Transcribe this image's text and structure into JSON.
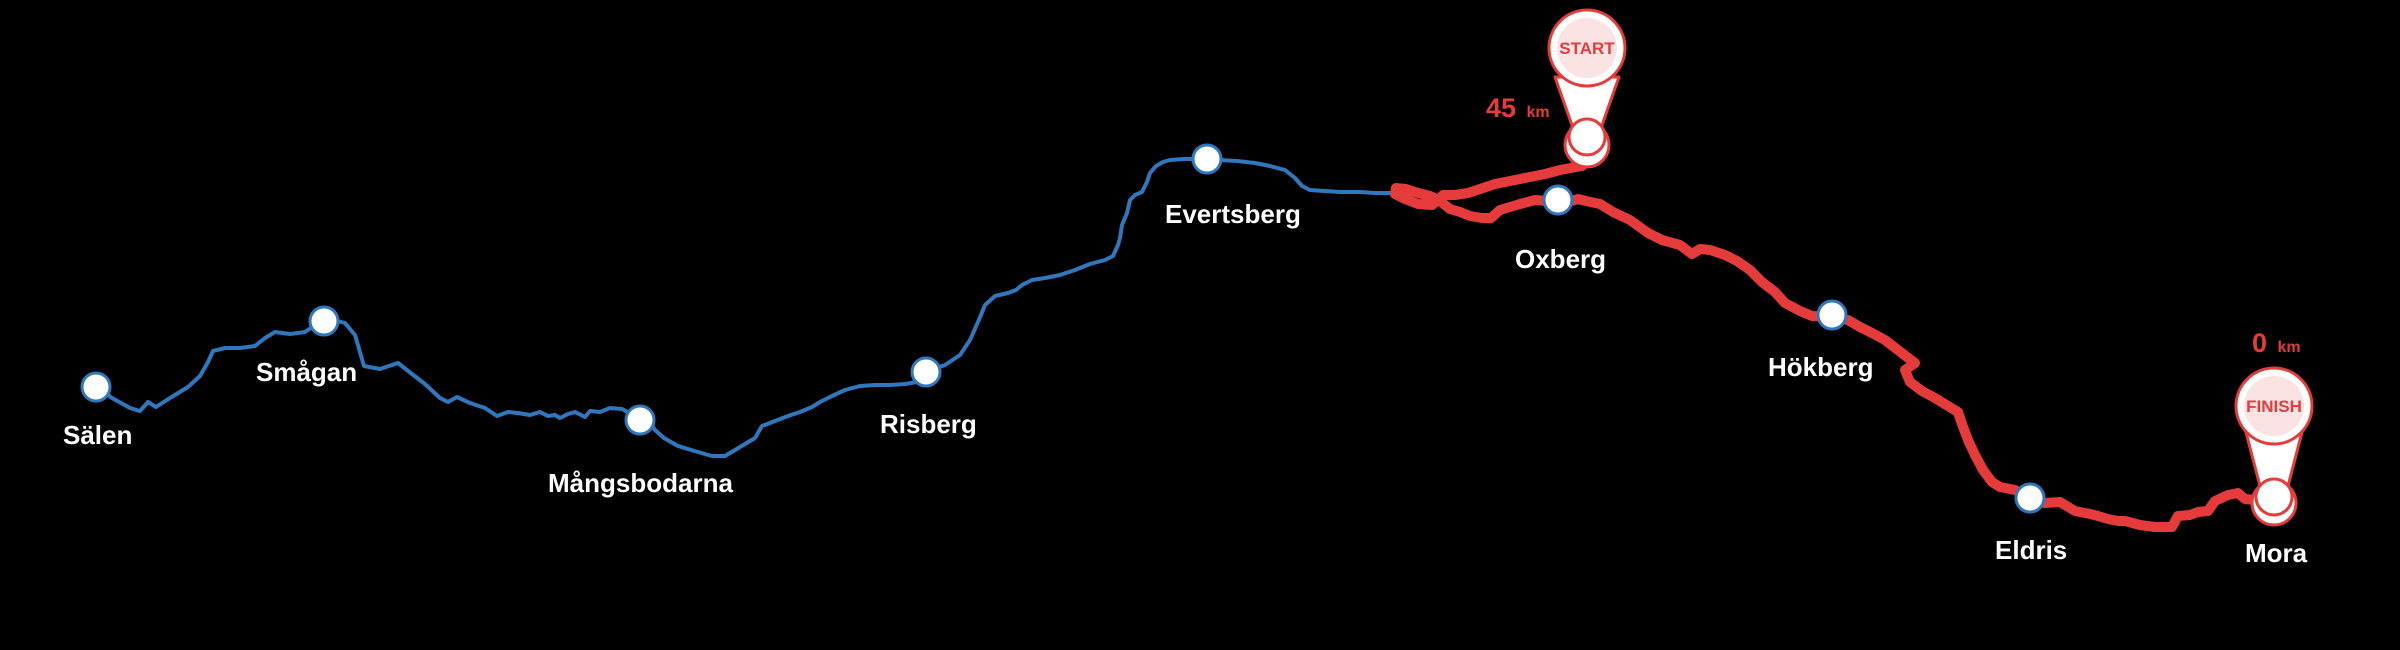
{
  "colors": {
    "background": "#000000",
    "route_blue": "#2f78bd",
    "route_red": "#e63b3b",
    "node_fill": "#ffffff",
    "pin_fill": "#fbe3e3"
  },
  "pins": {
    "start": {
      "label": "START",
      "km_value": "45",
      "km_unit": "km"
    },
    "finish": {
      "label": "FINISH",
      "km_value": "0",
      "km_unit": "km"
    }
  },
  "places": [
    "Sälen",
    "Smågan",
    "Mångsbodarna",
    "Risberg",
    "Evertsberg",
    "Oxberg",
    "Hökberg",
    "Eldris",
    "Mora"
  ]
}
